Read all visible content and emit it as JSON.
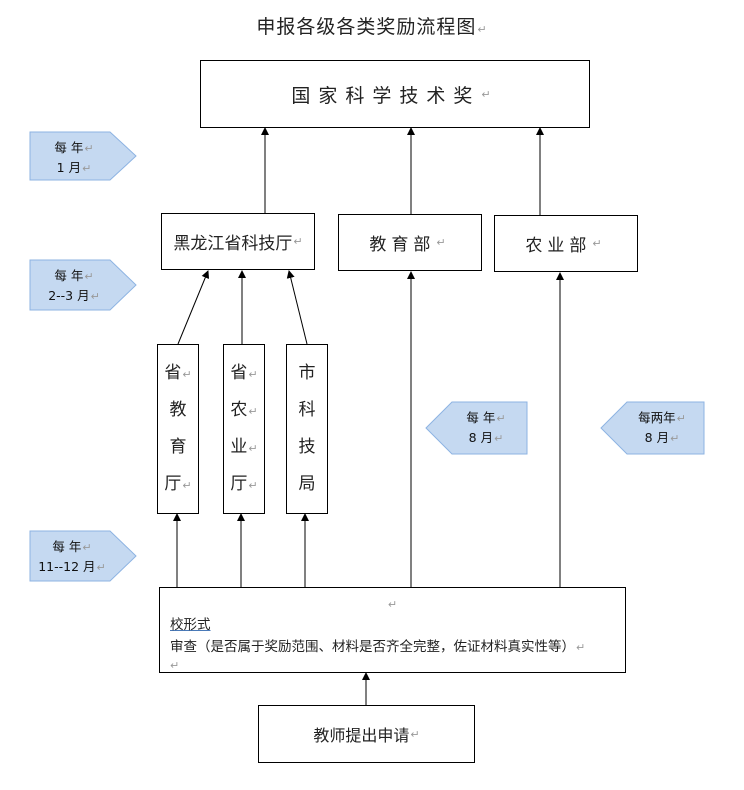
{
  "title": "申报各级各类奖励流程图",
  "return_mark": "↵",
  "boxes": {
    "national": "国家科学技术奖",
    "heilongjiang": "黑龙江省科技厅",
    "education_ministry": "教育部",
    "agriculture_ministry": "农业部",
    "provincial_education": [
      "省",
      "教",
      "育",
      "厅"
    ],
    "provincial_agriculture": [
      "省",
      "农",
      "业",
      "厅"
    ],
    "city_science_bureau": [
      "市",
      "科",
      "技",
      "局"
    ],
    "school_review_prefix": "校形式",
    "school_review_rest": "审查（是否属于奖励范围、材料是否齐全完整，佐证材料真实性等）",
    "teacher_application": "教师提出申请"
  },
  "timing_tags": {
    "national": {
      "line1": "每 年",
      "line2": "1 月"
    },
    "provincial": {
      "line1": "每 年",
      "line2": "2--3 月"
    },
    "school": {
      "line1": "每 年",
      "line2": "11--12 月"
    },
    "education_ministry": {
      "line1": "每 年",
      "line2": "8 月"
    },
    "agriculture_ministry": {
      "line1": "每两年",
      "line2": "8 月"
    }
  },
  "colors": {
    "tag_fill": "#c5d9f1",
    "tag_stroke": "#8db3e2",
    "line": "#000000"
  }
}
